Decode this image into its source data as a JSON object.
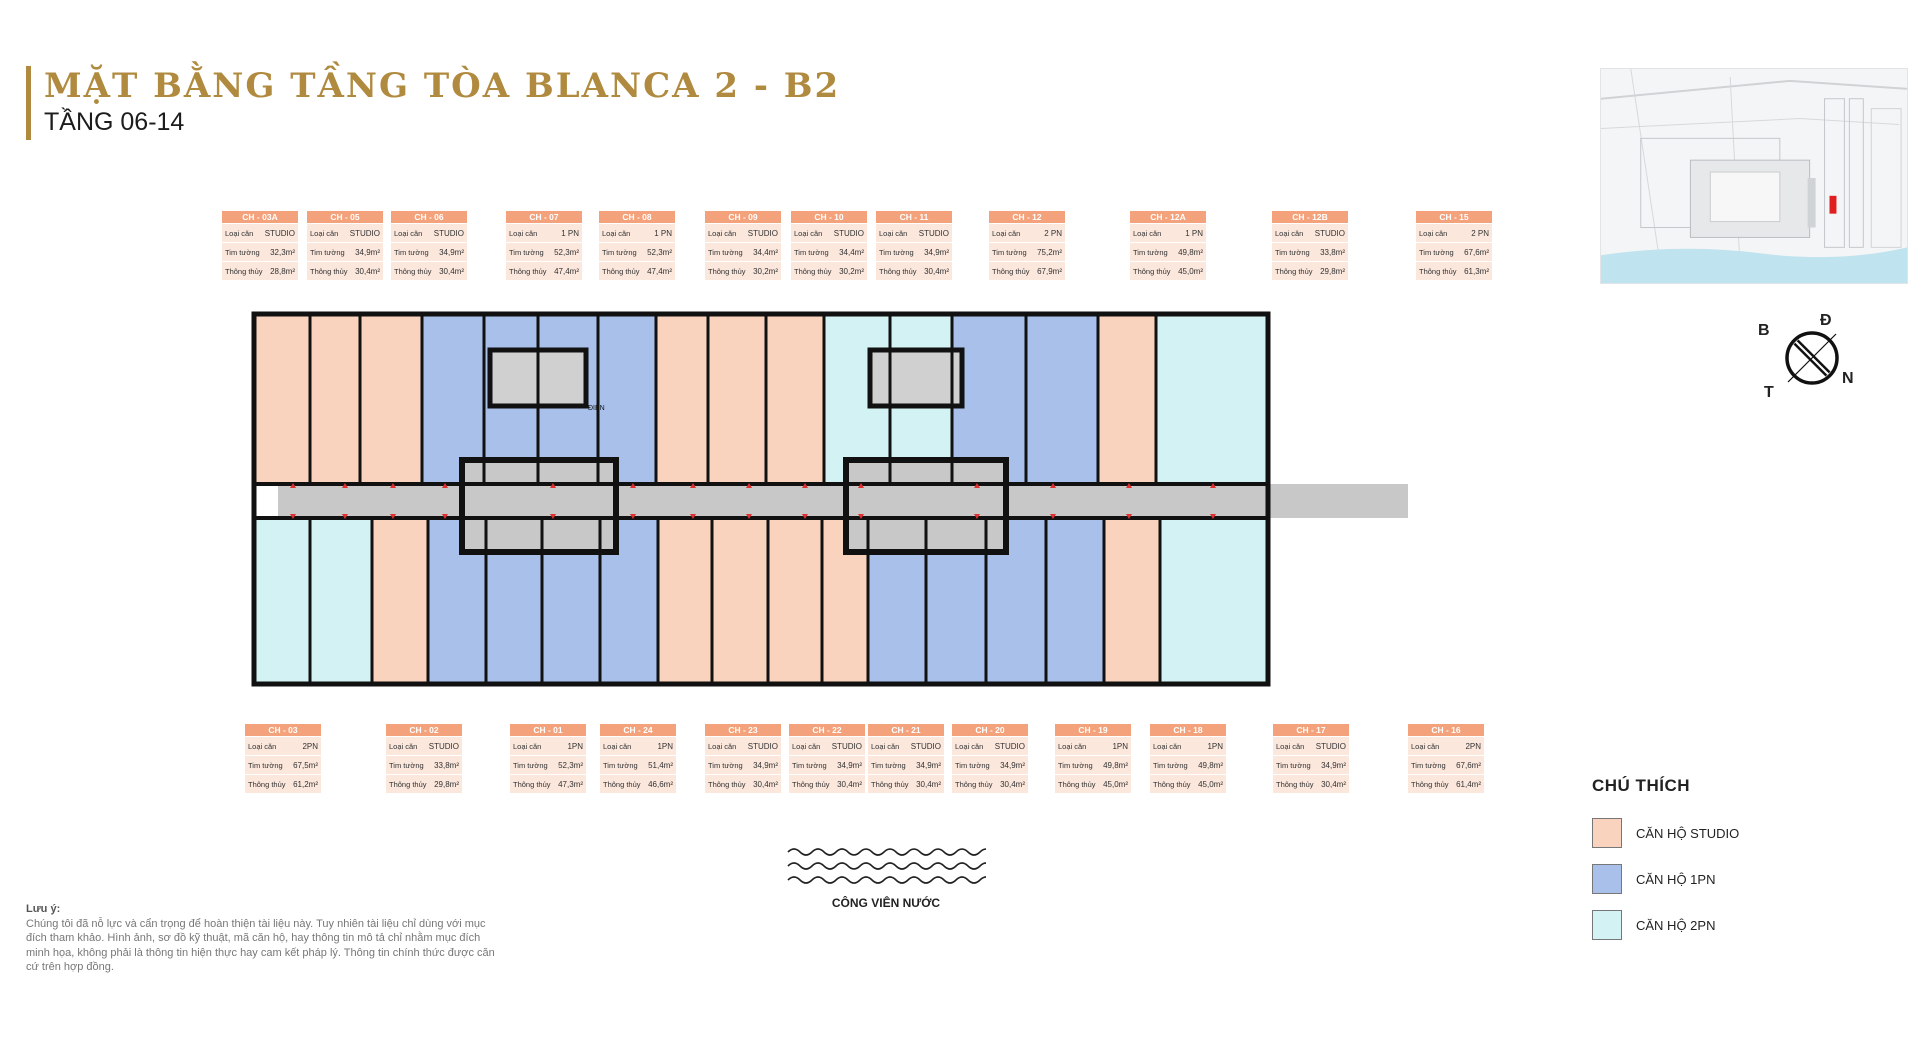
{
  "header": {
    "title": "MẶT BẰNG TẦNG TÒA BLANCA 2 - B2",
    "subtitle": "TẦNG 06-14"
  },
  "compass": {
    "b": "B",
    "d": "Đ",
    "n": "N",
    "t": "T"
  },
  "card_labels": {
    "type": "Loại căn",
    "wall": "Tim tường",
    "clear": "Thông thủy"
  },
  "units_top": [
    {
      "code": "CH - 03A",
      "type": "STUDIO",
      "wall": "32,3m²",
      "clear": "28,8m²"
    },
    {
      "code": "CH - 05",
      "type": "STUDIO",
      "wall": "34,9m²",
      "clear": "30,4m²"
    },
    {
      "code": "CH - 06",
      "type": "STUDIO",
      "wall": "34,9m²",
      "clear": "30,4m²"
    },
    {
      "code": "CH - 07",
      "type": "1 PN",
      "wall": "52,3m²",
      "clear": "47,4m²"
    },
    {
      "code": "CH - 08",
      "type": "1 PN",
      "wall": "52,3m²",
      "clear": "47,4m²"
    },
    {
      "code": "CH - 09",
      "type": "STUDIO",
      "wall": "34,4m²",
      "clear": "30,2m²"
    },
    {
      "code": "CH - 10",
      "type": "STUDIO",
      "wall": "34,4m²",
      "clear": "30,2m²"
    },
    {
      "code": "CH - 11",
      "type": "STUDIO",
      "wall": "34,9m²",
      "clear": "30,4m²"
    },
    {
      "code": "CH - 12",
      "type": "2 PN",
      "wall": "75,2m²",
      "clear": "67,9m²"
    },
    {
      "code": "CH - 12A",
      "type": "1 PN",
      "wall": "49,8m²",
      "clear": "45,0m²"
    },
    {
      "code": "CH - 12B",
      "type": "STUDIO",
      "wall": "33,8m²",
      "clear": "29,8m²"
    },
    {
      "code": "CH - 15",
      "type": "2 PN",
      "wall": "67,6m²",
      "clear": "61,3m²"
    }
  ],
  "units_bottom": [
    {
      "code": "CH - 03",
      "type": "2PN",
      "wall": "67,5m²",
      "clear": "61,2m²"
    },
    {
      "code": "CH - 02",
      "type": "STUDIO",
      "wall": "33,8m²",
      "clear": "29,8m²"
    },
    {
      "code": "CH - 01",
      "type": "1PN",
      "wall": "52,3m²",
      "clear": "47,3m²"
    },
    {
      "code": "CH - 24",
      "type": "1PN",
      "wall": "51,4m²",
      "clear": "46,6m²"
    },
    {
      "code": "CH - 23",
      "type": "STUDIO",
      "wall": "34,9m²",
      "clear": "30,4m²"
    },
    {
      "code": "CH - 22",
      "type": "STUDIO",
      "wall": "34,9m²",
      "clear": "30,4m²"
    },
    {
      "code": "CH - 21",
      "type": "STUDIO",
      "wall": "34,9m²",
      "clear": "30,4m²"
    },
    {
      "code": "CH - 20",
      "type": "STUDIO",
      "wall": "34,9m²",
      "clear": "30,4m²"
    },
    {
      "code": "CH - 19",
      "type": "1PN",
      "wall": "49,8m²",
      "clear": "45,0m²"
    },
    {
      "code": "CH - 18",
      "type": "1PN",
      "wall": "49,8m²",
      "clear": "45,0m²"
    },
    {
      "code": "CH - 17",
      "type": "STUDIO",
      "wall": "34,9m²",
      "clear": "30,4m²"
    },
    {
      "code": "CH - 16",
      "type": "2PN",
      "wall": "67,6m²",
      "clear": "61,4m²"
    }
  ],
  "plan_labels": {
    "elevator": "ĐIỆN"
  },
  "legend": {
    "title": "CHÚ THÍCH",
    "items": [
      {
        "label": "CĂN HỘ STUDIO",
        "color": "#f9d3bd"
      },
      {
        "label": "CĂN HỘ 1PN",
        "color": "#a8c0ea"
      },
      {
        "label": "CĂN HỘ 2PN",
        "color": "#d2f2f4"
      }
    ]
  },
  "park": {
    "label": "CÔNG VIÊN NƯỚC"
  },
  "note": {
    "title": "Lưu ý:",
    "text": "Chúng tôi đã nỗ lực và cẩn trọng để hoàn thiện tài liệu này. Tuy nhiên tài liệu chỉ dùng với mục đích tham khảo. Hình ảnh, sơ đồ kỹ thuật, mã căn hộ, hay thông tin mô tả chỉ nhằm mục đích minh họa, không phải là thông tin hiện thực hay cam kết pháp lý. Thông tin chính thức được căn cứ trên hợp đồng."
  },
  "colors": {
    "title": "#b08a3e",
    "studio": "#f9d3bd",
    "one_bedroom": "#a8c0ea",
    "two_bedroom": "#d2f2f4",
    "corridor": "#c8c8c8",
    "card_header": "#f3a27c",
    "card_body": "#fbe7dc",
    "site_marker": "#e02020"
  }
}
